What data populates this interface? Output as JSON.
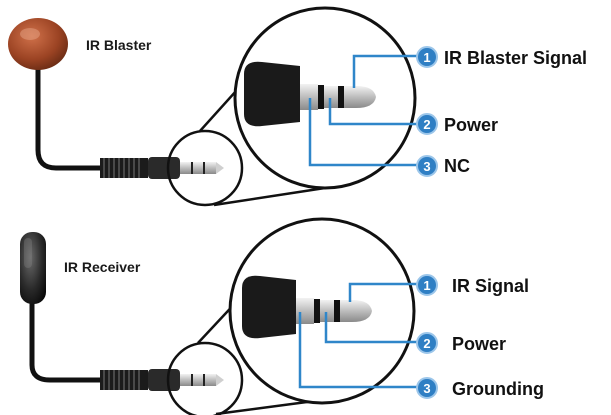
{
  "colors": {
    "wire": "#2f86c9",
    "badge": "#2f7fc4",
    "blaster_head": "#8a3a1c",
    "receiver_head": "#1e1e1e",
    "cable": "#111111"
  },
  "panels": [
    {
      "device_label": "IR Blaster",
      "pins": [
        {
          "number": "1",
          "label": "IR Blaster Signal"
        },
        {
          "number": "2",
          "label": "Power"
        },
        {
          "number": "3",
          "label": "NC"
        }
      ]
    },
    {
      "device_label": "IR Receiver",
      "pins": [
        {
          "number": "1",
          "label": "IR Signal"
        },
        {
          "number": "2",
          "label": "Power"
        },
        {
          "number": "3",
          "label": "Grounding"
        }
      ]
    }
  ]
}
